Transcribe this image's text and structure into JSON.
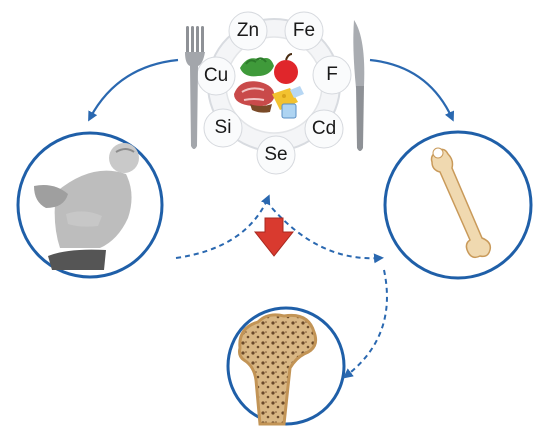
{
  "plate": {
    "elements": [
      {
        "symbol": "Zn"
      },
      {
        "symbol": "Fe"
      },
      {
        "symbol": "Cu"
      },
      {
        "symbol": "F"
      },
      {
        "symbol": "Si"
      },
      {
        "symbol": "Cd"
      },
      {
        "symbol": "Se"
      }
    ]
  },
  "colors": {
    "circle_border": "#1f5fa8",
    "arrow_blue": "#2a68b0",
    "down_arrow": "#d93a2f",
    "bone": "#f0d9b0"
  },
  "icons": [
    "fork-icon",
    "knife-icon",
    "food-icon",
    "person-stomach-pain-icon",
    "femur-bone-icon",
    "bone-cross-section-icon"
  ]
}
